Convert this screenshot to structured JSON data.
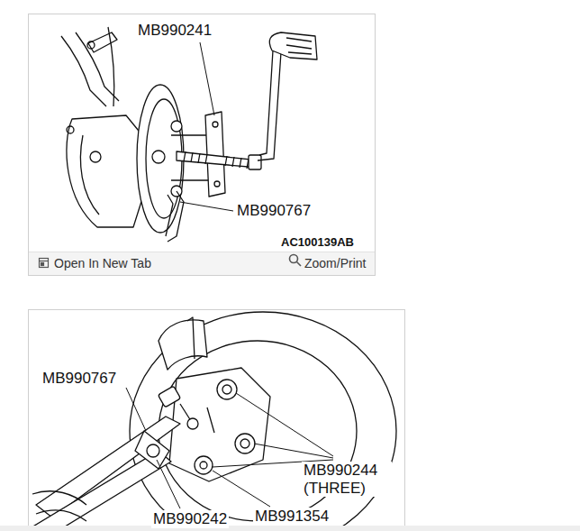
{
  "diagram": {
    "labels": [
      "MB990241",
      "MB990767",
      "AC100139AB",
      "Open In New Tab",
      "Zoom/Print",
      "MB990767",
      "MB990244 (THREE)",
      "MB990242",
      "MB991354"
    ]
  }
}
